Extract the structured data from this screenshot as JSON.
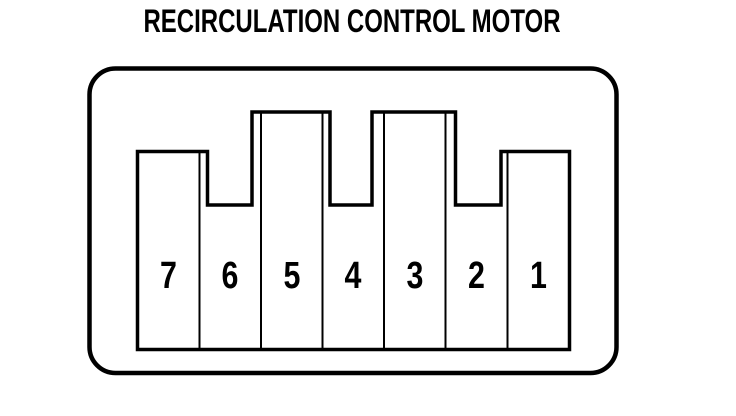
{
  "title": "RECIRCULATION CONTROL MOTOR",
  "connector": {
    "pins": [
      {
        "label": "7"
      },
      {
        "label": "6"
      },
      {
        "label": "5"
      },
      {
        "label": "4"
      },
      {
        "label": "3"
      },
      {
        "label": "2"
      },
      {
        "label": "1"
      }
    ],
    "line_color": "#000000",
    "background_color": "#ffffff"
  }
}
